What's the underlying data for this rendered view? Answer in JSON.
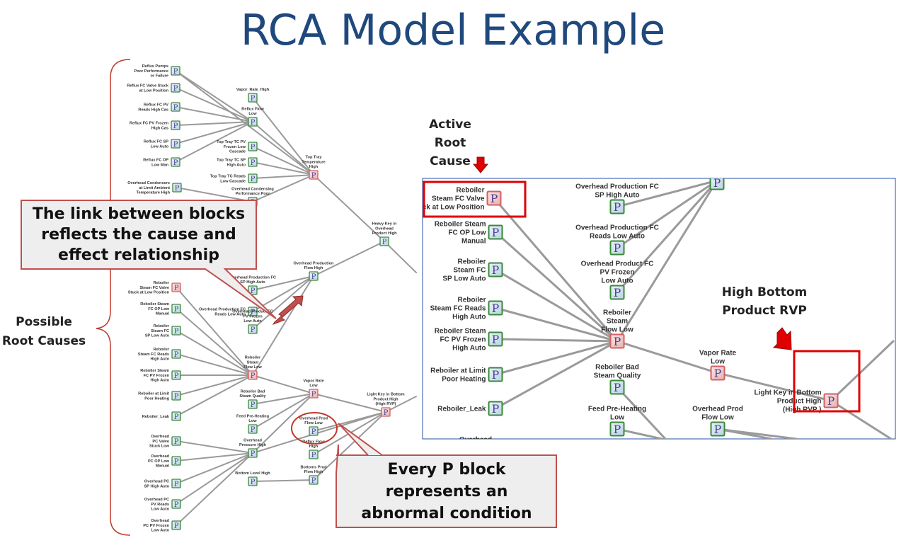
{
  "title": "RCA Model Example",
  "colors": {
    "title": "#1f497d",
    "highlight": "#e00000",
    "p_block_green": "#3a8a3a",
    "p_block_red": "#d46060",
    "link": "#9a9a9a",
    "inset_border": "#4a6fb5"
  },
  "block_letter": "P",
  "side_label": [
    "Possible",
    "Root Causes"
  ],
  "callout_link": [
    "The link between blocks",
    "reflects the cause and",
    "effect relationship"
  ],
  "callout_block": [
    "Every P block",
    "represents an",
    "abnormal condition"
  ],
  "active_root_cause": [
    "Active",
    "Root",
    "Cause"
  ],
  "high_bottom": [
    "High Bottom",
    "Product RVP"
  ],
  "left_nodes": {
    "reflux_pumps": [
      "Reflux Pumps",
      "Poor Performance",
      "or Failure"
    ],
    "reflux_fc_valve": [
      "Reflux FC Valve Stuck",
      "at Low Position"
    ],
    "reflux_fc_pv": [
      "Reflux FC PV",
      "Reads High Cas"
    ],
    "reflux_fc_pv_frozen": [
      "Reflux FC PV Frozen",
      "High Cas"
    ],
    "reflux_fc_sp": [
      "Reflux FC SP",
      "Low Auto"
    ],
    "reflux_fc_op": [
      "Reflux FC OP",
      "Low Man"
    ],
    "overhead_condensers": [
      "Overhead Condensers",
      "at Limit Ambient",
      "Temperature High"
    ],
    "vapor_rate_high": [
      "Vapor_Rate_High"
    ],
    "reflux_flow_low": [
      "Reflux Flow",
      "Low"
    ],
    "top_tray_tc_pv": [
      "Top Tray TC PV",
      "Frozen Low",
      "Cascade"
    ],
    "top_tray_tc_sp": [
      "Top Tray TC SP",
      "High Auto"
    ],
    "top_tray_tc_reads": [
      "Top Tray TC Reads",
      "Low Cascade"
    ],
    "overhead_condensing": [
      "Overhead Condensing",
      "Performance Poor"
    ],
    "top_tray_temp": [
      "Top Tray",
      "Temperature",
      "High"
    ],
    "heavy_key": [
      "Heavy Key in",
      "Overhead",
      "Product High"
    ],
    "overhead_production_flow": [
      "Overhead Production",
      "Flow High"
    ],
    "overhead_production_fc_sp": [
      "Overhead Production FC",
      "SP High Auto"
    ],
    "overhead_production_fc_reads": [
      "Overhead Production FC",
      "Reads Low Auto"
    ],
    "overhead_product_fc_pv": [
      "Overhead Product FC",
      "PV Frozen",
      "Low Auto"
    ],
    "reboiler_fc_valve": [
      "Reboiler",
      "Steam FC Valve",
      "Stuck at Low Position"
    ],
    "reboiler_steam_fc_op": [
      "Reboiler Steam",
      "FC OP Low",
      "Manual"
    ],
    "reboiler_steam_fc_sp": [
      "Reboiler",
      "Steam FC",
      "SP Low Auto"
    ],
    "reboiler_steam_fc_reads": [
      "Reboiler",
      "Steam FC Reads",
      "High Auto"
    ],
    "reboiler_steam_fc_pv": [
      "Reboiler Steam",
      "FC PV Frozen",
      "High Auto"
    ],
    "reboiler_at_limit": [
      "Reboiler at Limit",
      "Poor Heating"
    ],
    "reboiler_leak": [
      "Reboiler_Leak"
    ],
    "reboiler_steam_flow": [
      "Reboiler",
      "Steam",
      "Flow Low"
    ],
    "reboiler_bad_steam": [
      "Reboiler Bad",
      "Steam Quality"
    ],
    "feed_pre_heating": [
      "Feed Pre-Heating",
      "Low"
    ],
    "vapor_rate_low": [
      "Vapor Rate",
      "Low"
    ],
    "overhead_prod_flow_low": [
      "Overhead Prod",
      "Flow Low"
    ],
    "light_key": [
      "Light Key in Bottom",
      "Product High",
      "(High RVP)"
    ],
    "overhead_pc_valve": [
      "Overhead",
      "PC Valve",
      "Stuck Low"
    ],
    "overhead_pc_op": [
      "Overhead",
      "PC OP Low",
      "Manual"
    ],
    "overhead_pc_sp": [
      "Overhead PC",
      "SP High Auto"
    ],
    "overhead_pc_pv_reads": [
      "Overhead PC",
      "PV Reads",
      "Low Auto"
    ],
    "overhead_pc_pv_frozen": [
      "Overhead",
      "PC PV Frozen",
      "Low Auto"
    ],
    "overhead_pressure_high": [
      "Overhead",
      "Pressure High"
    ],
    "reflux_flow_high": [
      "Reflux Flow",
      "High"
    ],
    "bottoms_prod_flow_high": [
      "Bottoms Prod",
      "Flow High"
    ],
    "bottom_level_high": [
      "Bottom Level High"
    ]
  },
  "inset_nodes": {
    "reboiler_fc_valve": [
      "Reboiler",
      "Steam FC Valve",
      "Stuck at Low Position"
    ],
    "reboiler_steam_fc_op": [
      "Reboiler Steam",
      "FC OP Low",
      "Manual"
    ],
    "reboiler_steam_fc_sp": [
      "Reboiler",
      "Steam FC",
      "SP Low Auto"
    ],
    "reboiler_steam_fc_reads": [
      "Reboiler",
      "Steam FC Reads",
      "High Auto"
    ],
    "reboiler_steam_fc_pv": [
      "Reboiler Steam",
      "FC PV Frozen",
      "High Auto"
    ],
    "reboiler_at_limit": [
      "Reboiler at Limit",
      "Poor Heating"
    ],
    "reboiler_leak": [
      "Reboiler_Leak"
    ],
    "overhead_cut": [
      "Overhead"
    ],
    "overhead_production_fc_sp": [
      "Overhead Production FC",
      "SP High Auto"
    ],
    "overhead_production_fc_reads": [
      "Overhead Production FC",
      "Reads Low Auto"
    ],
    "overhead_product_fc_pv": [
      "Overhead Product FC",
      "PV Frozen",
      "Low Auto"
    ],
    "reboiler_steam_flow": [
      "Reboiler",
      "Steam",
      "Flow Low"
    ],
    "reboiler_bad_steam": [
      "Reboiler Bad",
      "Steam Quality"
    ],
    "feed_pre_heating": [
      "Feed Pre-Heating",
      "Low"
    ],
    "vapor_rate_low": [
      "Vapor Rate",
      "Low"
    ],
    "overhead_prod_flow_low": [
      "Overhead Prod",
      "Flow Low"
    ],
    "light_key": [
      "Light Key in Bottom",
      "Product High",
      "(High RVP )"
    ]
  }
}
